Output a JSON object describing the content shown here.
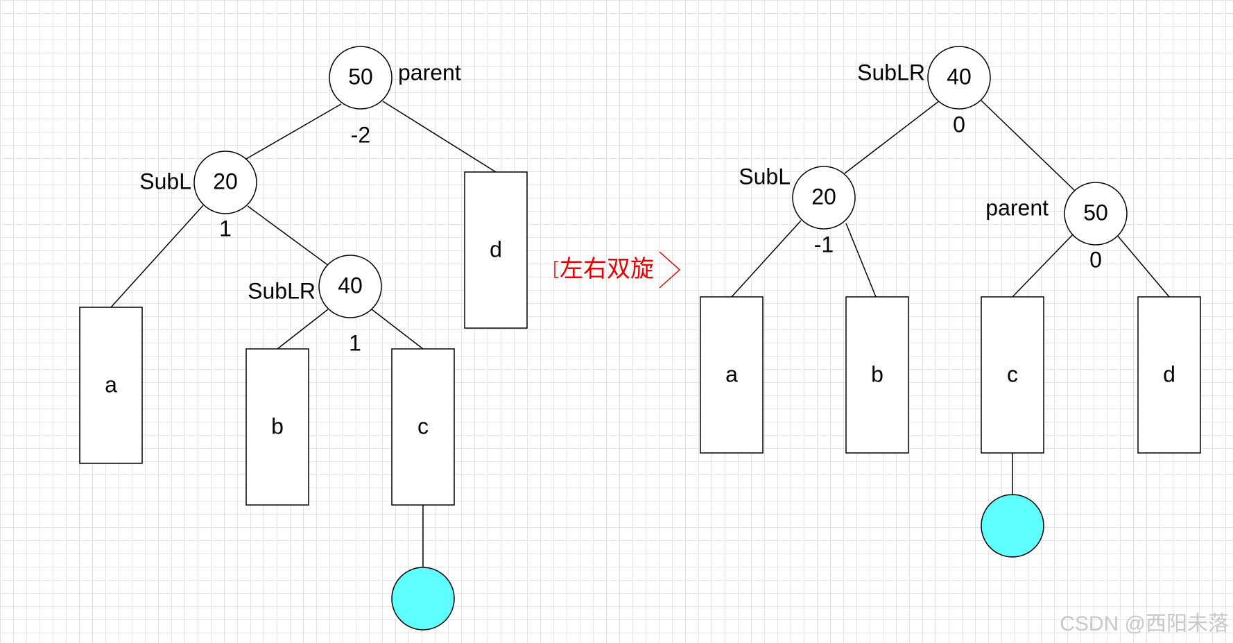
{
  "before": {
    "root": {
      "value": "50",
      "name_label": "parent",
      "balance": "-2"
    },
    "left_child": {
      "value": "20",
      "name_label": "SubL",
      "balance": "1"
    },
    "left_right": {
      "value": "40",
      "name_label": "SubLR",
      "balance": "1"
    },
    "subtrees": [
      "a",
      "b",
      "c",
      "d"
    ]
  },
  "transform": {
    "label": "左右双旋"
  },
  "after": {
    "root": {
      "value": "40",
      "name_label": "SubLR",
      "balance": "0"
    },
    "left_child": {
      "value": "20",
      "name_label": "SubL",
      "balance": "-1"
    },
    "right_child": {
      "value": "50",
      "name_label": "parent",
      "balance": "0"
    },
    "subtrees": [
      "a",
      "b",
      "c",
      "d"
    ]
  },
  "colors": {
    "inserted_node": "#5ffeff",
    "arrow": "#e60000"
  },
  "watermark": "CSDN @西阳未落"
}
